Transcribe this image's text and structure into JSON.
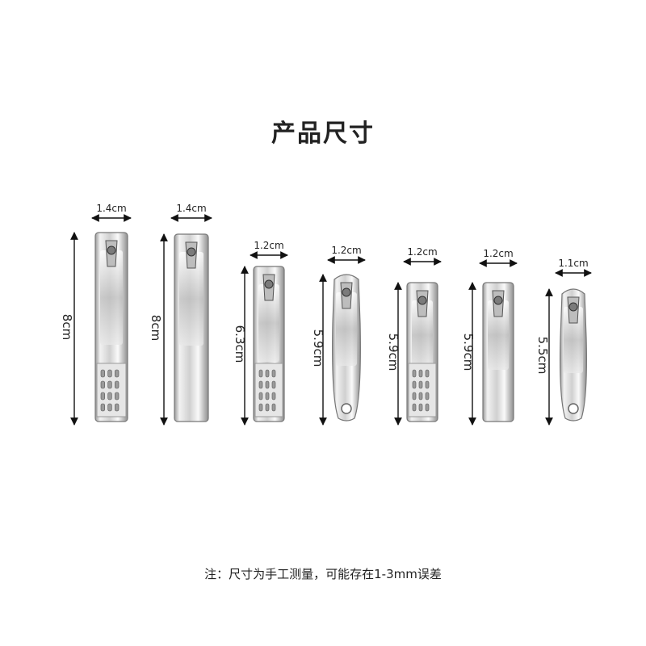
{
  "title": "产品尺寸",
  "note": "注：尺寸为手工测量，可能存在1-3mm误差",
  "colors": {
    "metal_light": "#f4f4f4",
    "metal_mid": "#c9c9c9",
    "metal_dark": "#8a8a8a",
    "line": "#111111"
  },
  "clippers": [
    {
      "width_label": "1.4cm",
      "height_label": "8cm",
      "grip": "grid"
    },
    {
      "width_label": "1.4cm",
      "height_label": "8cm",
      "grip": "plain"
    },
    {
      "width_label": "1.2cm",
      "height_label": "6.3cm",
      "grip": "grid"
    },
    {
      "width_label": "1.2cm",
      "height_label": "5.9cm",
      "grip": "hole"
    },
    {
      "width_label": "1.2cm",
      "height_label": "5.9cm",
      "grip": "grid"
    },
    {
      "width_label": "1.2cm",
      "height_label": "5.9cm",
      "grip": "plain"
    },
    {
      "width_label": "1.1cm",
      "height_label": "5.5cm",
      "grip": "hole"
    }
  ]
}
